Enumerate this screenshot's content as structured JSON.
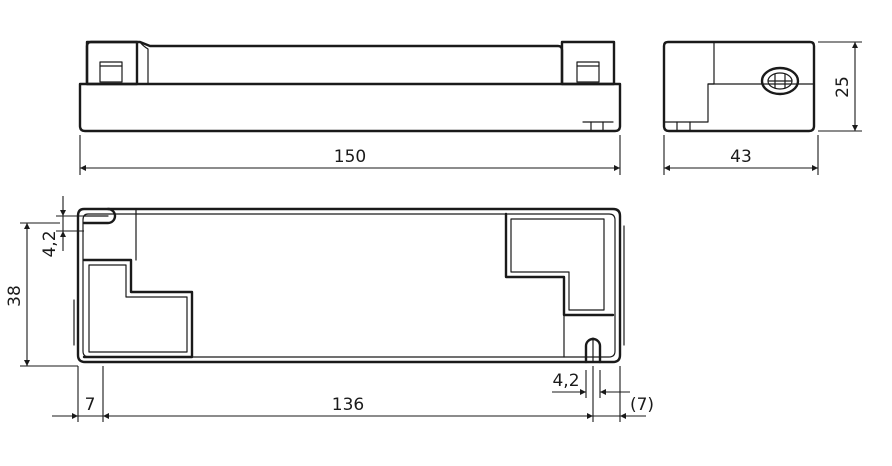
{
  "dimensions": {
    "length": "150",
    "width": "43",
    "height": "25",
    "body_width": "38",
    "hole_offset_left": "4,2",
    "hole_offset_right": "4,2",
    "hole_pitch": "136",
    "hole_margin_left": "7",
    "hole_margin_right": "(7)"
  }
}
